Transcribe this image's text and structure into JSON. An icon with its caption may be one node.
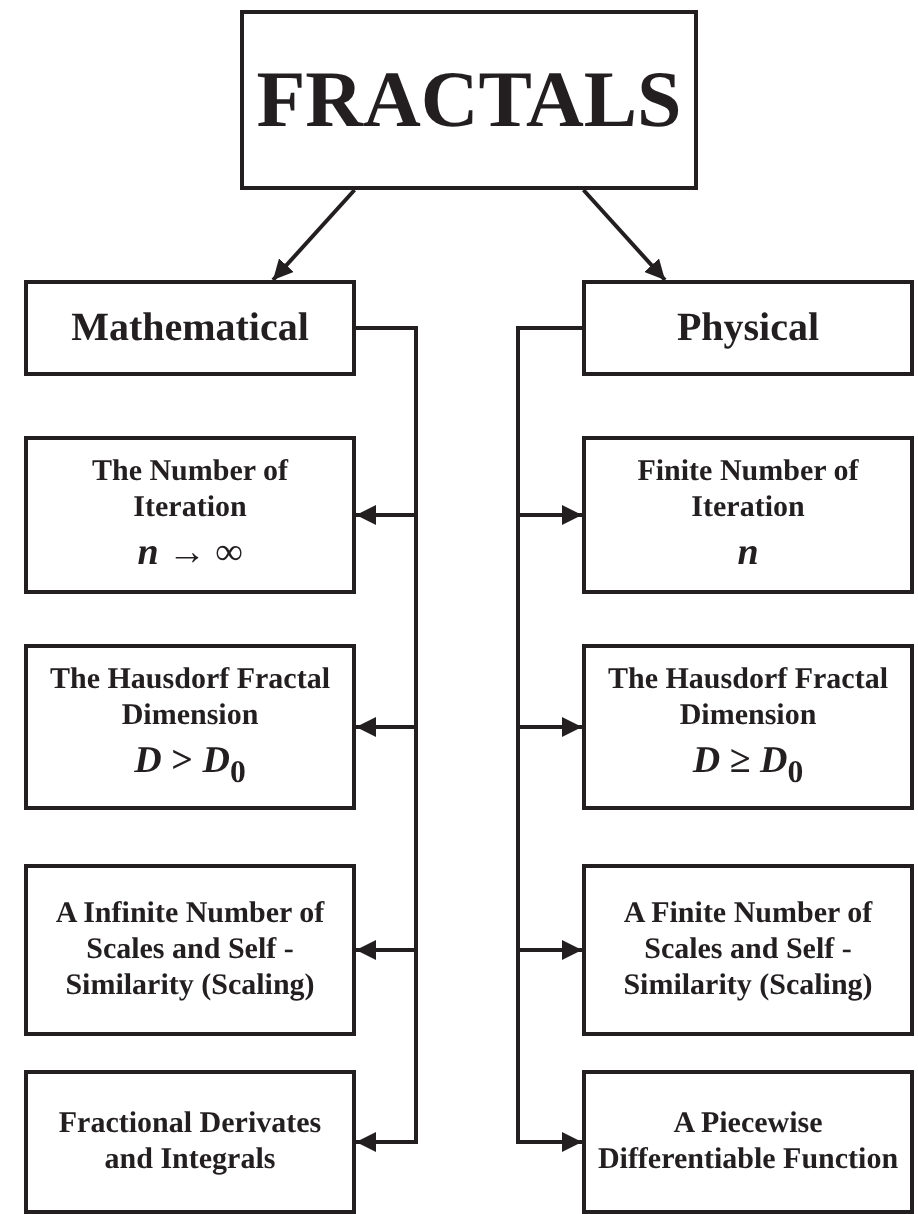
{
  "diagram": {
    "nodes": [
      {
        "text": [
          "FRACTALS"
        ]
      },
      {
        "text": [
          "Mathematical"
        ]
      },
      {
        "text": [
          "Physical"
        ]
      },
      {
        "text": [
          "The Number of Iteration",
          "*n* → ∞"
        ]
      },
      {
        "text": [
          "The Hausdorf Fractal Dimension",
          "*D* > *D*$_{0}$"
        ]
      },
      {
        "text": [
          "A Infinite Number of Scales and Self - Similarity (Scaling)"
        ]
      },
      {
        "text": [
          "Fractional Derivates and Integrals"
        ]
      },
      {
        "text": [
          "Finite Number of Iteration",
          "*n*"
        ]
      },
      {
        "text": [
          "The Hausdorf Fractal Dimension",
          "*D* ≥ *D*$_{0}$"
        ]
      },
      {
        "text": [
          "A Finite Number of Scales and Self - Similarity (Scaling)"
        ]
      },
      {
        "text": [
          "A Piecewise Differentiable Function"
        ]
      }
    ],
    "edges": [
      {
        "from": 0,
        "to": 1,
        "arrow": "to"
      },
      {
        "from": 0,
        "to": 2,
        "arrow": "to"
      },
      {
        "from": 1,
        "to": 3,
        "arrow": "to"
      },
      {
        "from": 1,
        "to": 4,
        "arrow": "to"
      },
      {
        "from": 1,
        "to": 5,
        "arrow": "to"
      },
      {
        "from": 1,
        "to": 6,
        "arrow": "to"
      },
      {
        "from": 2,
        "to": 7,
        "arrow": "to"
      },
      {
        "from": 2,
        "to": 8,
        "arrow": "to"
      },
      {
        "from": 2,
        "to": 9,
        "arrow": "to"
      },
      {
        "from": 2,
        "to": 10,
        "arrow": "to"
      }
    ]
  }
}
